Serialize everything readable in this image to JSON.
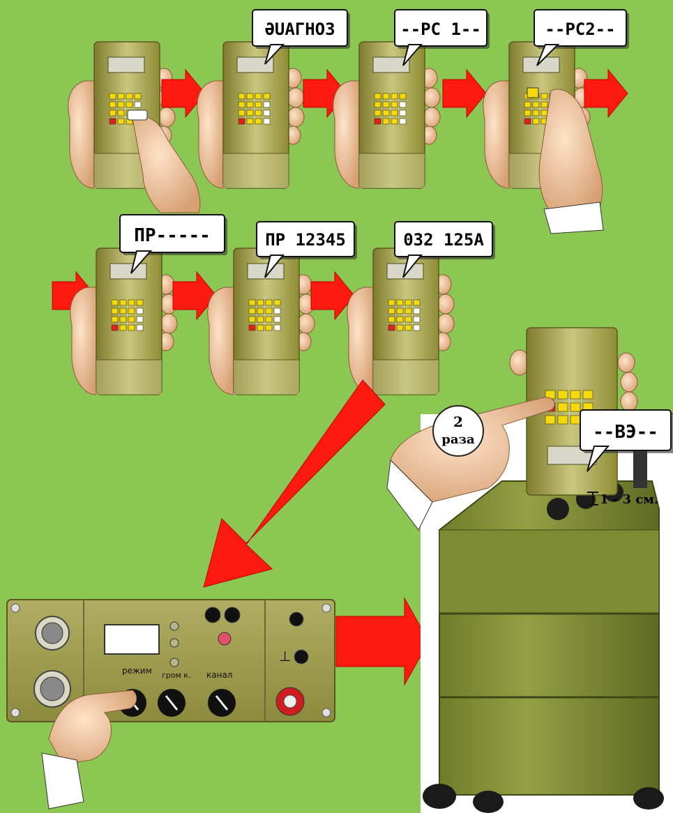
{
  "background_color": "#8cc653",
  "arrow_color": "#ff1a10",
  "device_color": "#9c9a3e",
  "displays": {
    "diagnose": "ƏUAГHOЗ",
    "rs1": "--PC 1--",
    "rs2": "--PC2--",
    "pr_dashes": "ПР-----",
    "pr_digits": "ПР 12345",
    "code": "032 125A",
    "va": "--ВЭ--"
  },
  "badge": {
    "number": "2",
    "text": "раза"
  },
  "distance_label": "1 - 3 см.",
  "panel": {
    "mode_label": "режим",
    "volume_label": "гром к.",
    "channel_label": "канал"
  },
  "icons": [
    "hand-icon",
    "keypad-device-icon",
    "red-arrow-icon",
    "radio-station-icon",
    "knob-icon",
    "connector-icon"
  ]
}
